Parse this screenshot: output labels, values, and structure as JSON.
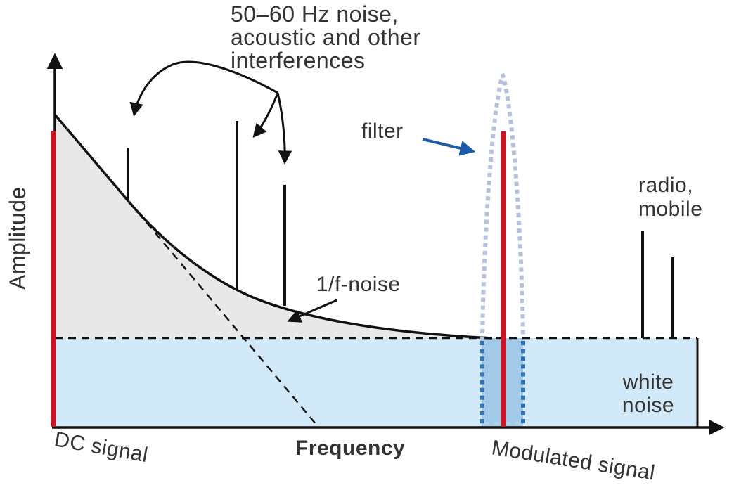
{
  "axes": {
    "y_label": "Amplitude",
    "x_label": "Frequency"
  },
  "labels": {
    "interference": {
      "lines": [
        "50–60 Hz noise,",
        "acoustic and other",
        "interferences"
      ]
    },
    "filter": "filter",
    "one_over_f": "1/f-noise",
    "radio": {
      "lines": [
        "radio,",
        "mobile"
      ]
    },
    "white_noise": {
      "lines": [
        "white",
        "noise"
      ]
    },
    "dc_signal": "DC signal",
    "modulated_signal": "Modulated signal"
  },
  "colors": {
    "signal_red": "#cc1422",
    "one_over_f_gray": "#e8e8e8",
    "white_noise_blue": "#d2e9f9",
    "filter_band_blue": "#a3c9e8",
    "filter_dots_light": "#b6c1dc",
    "filter_dots_dark": "#2e74b5",
    "annotation_arrow_blue": "#1e5caa",
    "line_black": "#111111"
  },
  "figure": {
    "type": "schematic-spectrum",
    "regions": [
      "1/f-noise region",
      "white noise floor",
      "filter passband"
    ],
    "signals": [
      "DC signal",
      "Modulated signal"
    ],
    "noise_spikes": [
      "50–60 Hz noise / acoustic interferences (3 spikes)",
      "radio, mobile (2 spikes)"
    ]
  }
}
